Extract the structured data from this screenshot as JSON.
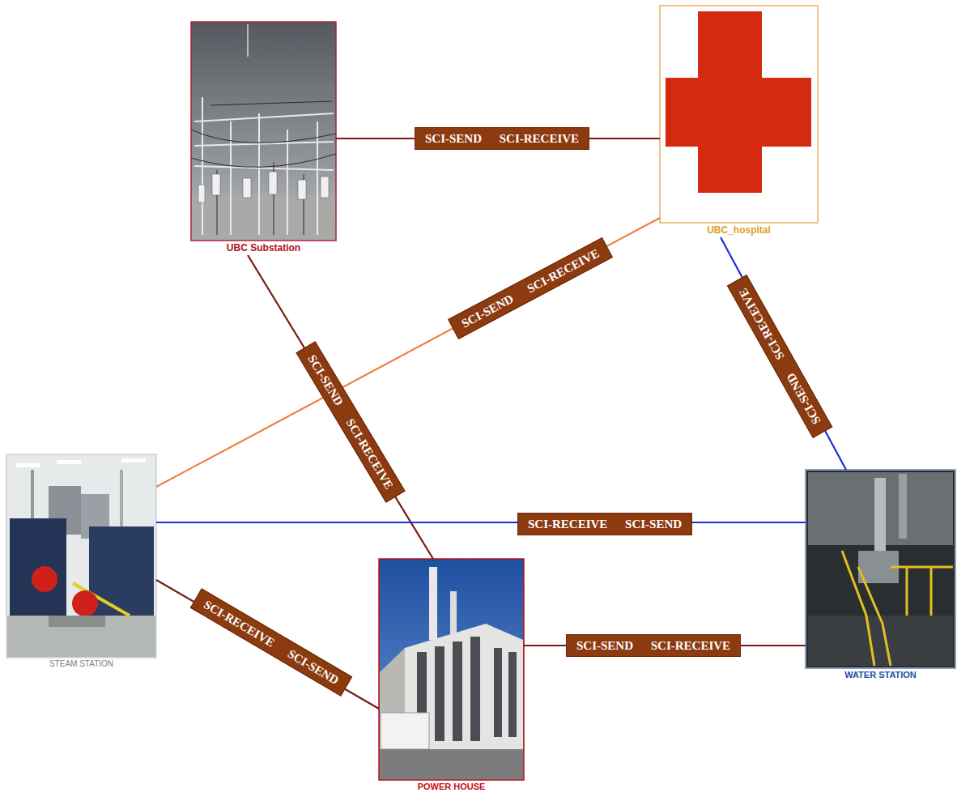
{
  "diagram": {
    "nodes": [
      {
        "text": [
          "UBC Substation"
        ]
      },
      {
        "text": [
          "UBC_hospital"
        ]
      },
      {
        "text": [
          "STEAM STATION"
        ]
      },
      {
        "text": [
          "POWER HOUSE"
        ]
      },
      {
        "text": [
          "WATER STATION"
        ]
      }
    ],
    "edges": [
      {
        "from": 0,
        "to": 1,
        "arrow": "none",
        "label": "SCI-SEND SCI-RECEIVE"
      },
      {
        "from": 2,
        "to": 1,
        "arrow": "none",
        "label": "SCI-SEND SCI-RECEIVE"
      },
      {
        "from": 0,
        "to": 3,
        "arrow": "none",
        "label": "SCI-SEND SCI-RECEIVE"
      },
      {
        "from": 4,
        "to": 1,
        "arrow": "none",
        "label": "SCI-SEND SCI-RECEIVE"
      },
      {
        "from": 2,
        "to": 4,
        "arrow": "none",
        "label": "SCI-RECEIVE SCI-SEND"
      },
      {
        "from": 2,
        "to": 3,
        "arrow": "none",
        "label": "SCI-RECEIVE SCI-SEND"
      },
      {
        "from": 3,
        "to": 4,
        "arrow": "none",
        "label": "SCI-SEND SCI-RECEIVE"
      }
    ]
  }
}
